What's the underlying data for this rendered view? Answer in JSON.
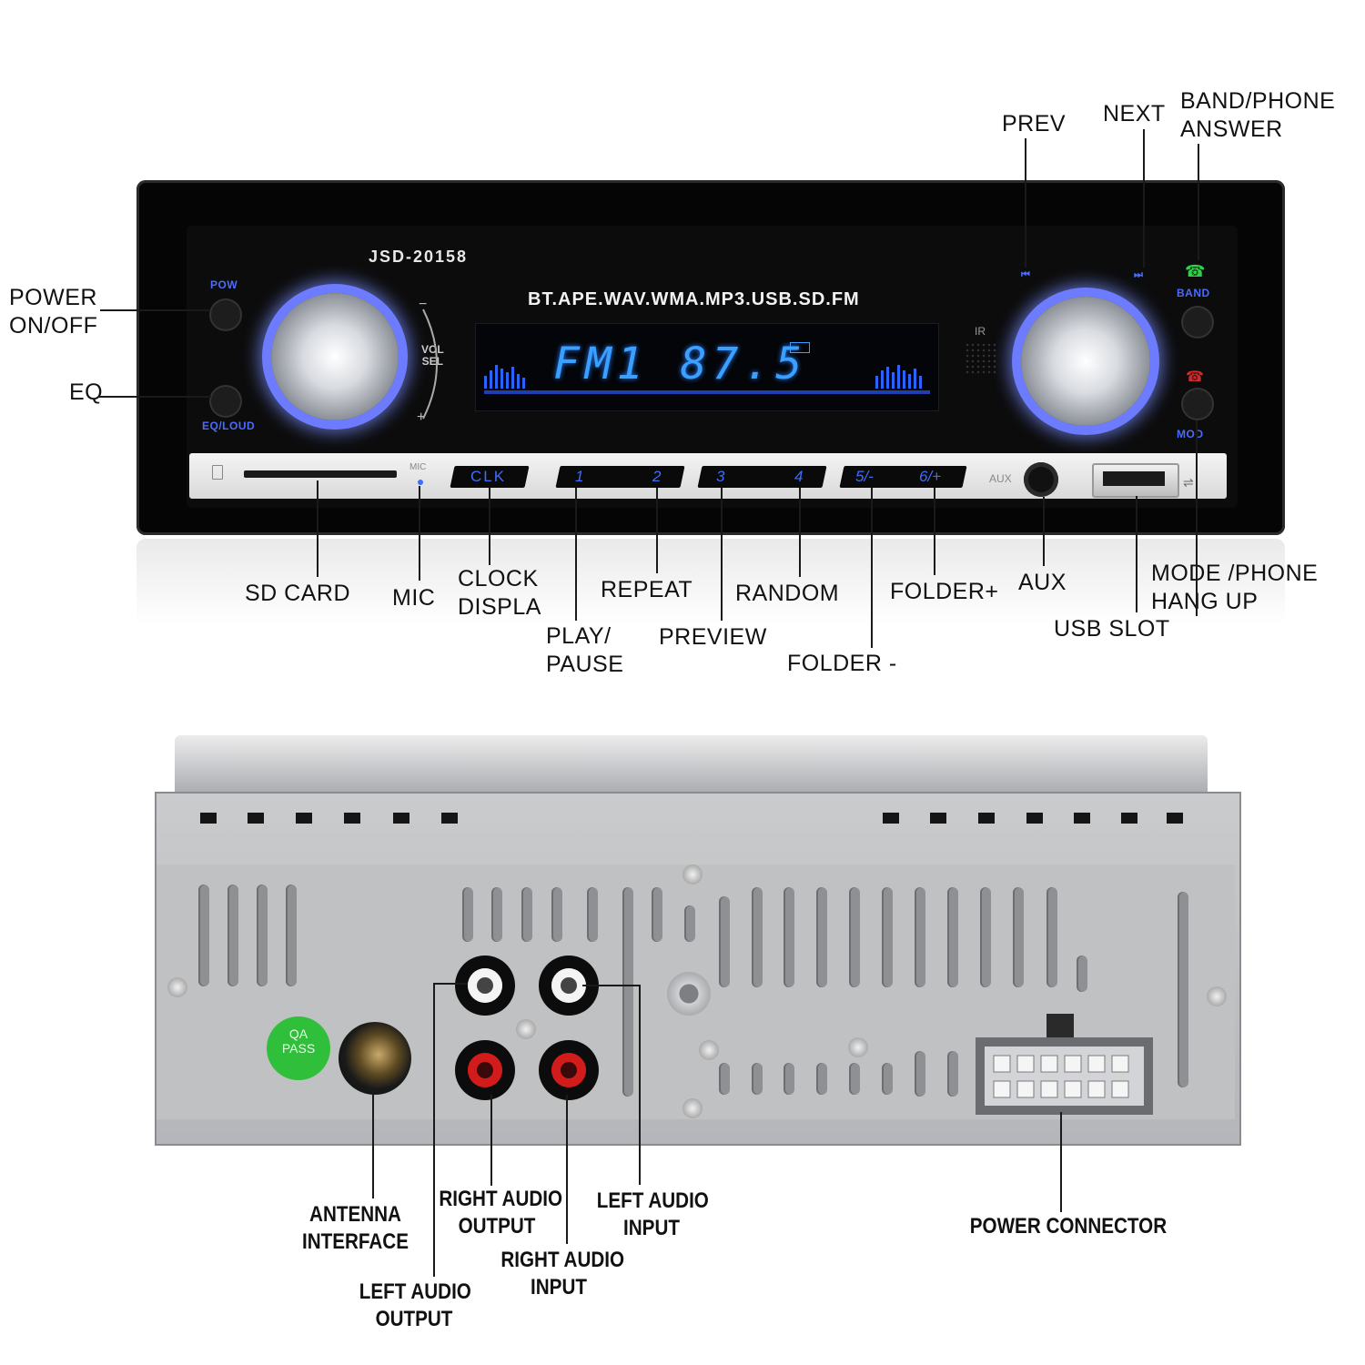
{
  "front": {
    "model": "JSD-20158",
    "formats": "BT.APE.WAV.WMA.MP3.USB.SD.FM",
    "display": "FM1 87.5",
    "panel_labels": {
      "pow": "POW",
      "eq_loud": "EQ/LOUD",
      "vol": "VOL\nSEL",
      "ir": "IR",
      "band": "BAND",
      "mod": "MOD",
      "mic": "MIC",
      "aux": "AUX",
      "minus": "−",
      "plus": "+"
    },
    "keys": [
      "CLK",
      "1",
      "2",
      "3",
      "4",
      "5/-",
      "6/+"
    ],
    "callouts": {
      "power": "POWER\nON/OFF",
      "eq": "EQ",
      "prev": "PREV",
      "next": "NEXT",
      "band_phone": "BAND/PHONE\nANSWER",
      "sd_card": "SD CARD",
      "mic": "MIC",
      "clock": "CLOCK\nDISPLA",
      "play": "PLAY/\nPAUSE",
      "repeat": "REPEAT",
      "preview": "PREVIEW",
      "random": "RANDOM",
      "folder_minus": "FOLDER -",
      "folder_plus": "FOLDER+",
      "aux": "AUX",
      "usb": "USB SLOT",
      "mode": "MODE /PHONE\nHANG UP"
    }
  },
  "rear": {
    "qa": "QA\nPASS",
    "callouts": {
      "antenna": "ANTENNA\nINTERFACE",
      "left_out": "LEFT AUDIO\nOUTPUT",
      "right_out": "RIGHT AUDIO\nOUTPUT",
      "right_in": "RIGHT AUDIO\nINPUT",
      "left_in": "LEFT AUDIO\nINPUT",
      "power_conn": "POWER CONNECTOR"
    }
  },
  "colors": {
    "accent_blue": "#3c6dff",
    "display_blue": "#3aa0ff",
    "rca_white": "#f4f4f4",
    "rca_red": "#d21c1c",
    "qa_green": "#2fbf3a"
  }
}
